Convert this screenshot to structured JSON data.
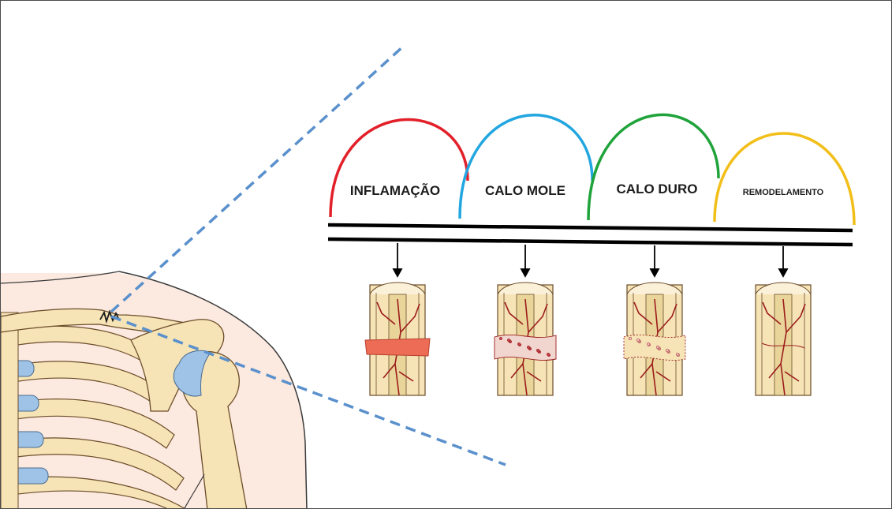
{
  "stages": [
    {
      "label": "INFLAMAÇÃO",
      "arc_color": "#e2202a"
    },
    {
      "label": "CALO MOLE",
      "arc_color": "#22a6e0"
    },
    {
      "label": "CALO DURO",
      "arc_color": "#1fa33a"
    },
    {
      "label": "REMODELAMENTO",
      "arc_color": "#f2bf1a"
    }
  ],
  "colors": {
    "bone": "#f6e3b6",
    "bone_outline": "#6b4d2a",
    "marrow_cavity": "#e9d59a",
    "cartilage": "#9ec3e6",
    "vessel": "#9b1b1b",
    "hematoma": "#ec6c56",
    "callus_spots": "#f3c8c8",
    "skin": "#fce9df",
    "zoom_line": "#5a90cc"
  }
}
